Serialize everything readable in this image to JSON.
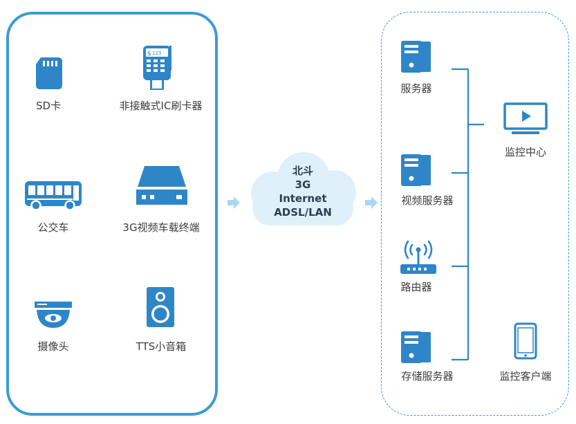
{
  "terminal_group": {
    "items": [
      {
        "label": "SD卡",
        "icon": "sd-card-icon"
      },
      {
        "label": "非接触式IC刷卡器",
        "icon": "card-reader-icon"
      },
      {
        "label": "公交车",
        "icon": "bus-icon"
      },
      {
        "label": "3G视频车载终端",
        "icon": "vehicle-terminal-icon"
      },
      {
        "label": "摄像头",
        "icon": "camera-icon"
      },
      {
        "label": "TTS小音箱",
        "icon": "speaker-icon"
      }
    ]
  },
  "network": {
    "lines": [
      "北斗",
      "3G",
      "Internet",
      "ADSL/LAN"
    ]
  },
  "server_group": {
    "items": [
      {
        "label": "服务器",
        "icon": "server-icon"
      },
      {
        "label": "视频服务器",
        "icon": "server-icon"
      },
      {
        "label": "路由器",
        "icon": "router-icon"
      },
      {
        "label": "存储服务器",
        "icon": "server-icon"
      }
    ]
  },
  "clients": {
    "items": [
      {
        "label": "监控中心",
        "icon": "monitor-icon"
      },
      {
        "label": "监控客户端",
        "icon": "smartphone-icon"
      }
    ]
  },
  "colors": {
    "primary": "#2e86c8",
    "border": "#3a9bd5",
    "cloud": "#dff0fa",
    "arrow": "#a9d8f0"
  }
}
